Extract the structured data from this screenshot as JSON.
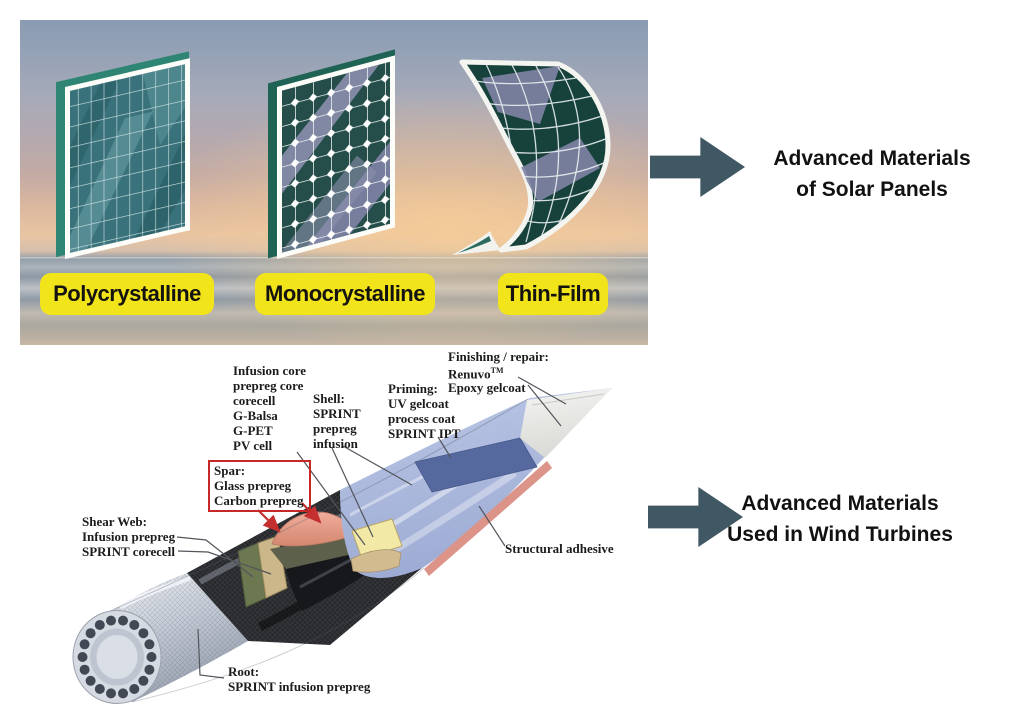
{
  "solar": {
    "panel_badges": [
      {
        "label": "Polycrystalline"
      },
      {
        "label": "Monocrystalline"
      },
      {
        "label": "Thin-Film"
      }
    ],
    "heading_line1": "Advanced Materials",
    "heading_line2": "of Solar Panels"
  },
  "turbine": {
    "heading_line1": "Advanced Materials",
    "heading_line2": "Used in Wind Turbines",
    "labels": {
      "infusion_core": {
        "lines": [
          "Infusion core",
          "prepreg core",
          "corecell",
          "G-Balsa",
          "G-PET",
          "PV cell"
        ]
      },
      "shell": {
        "lines": [
          "Shell:",
          "SPRINT",
          "prepreg",
          "infusion"
        ]
      },
      "priming": {
        "lines": [
          "Priming:",
          "UV gelcoat",
          "process coat",
          "SPRINT IPT"
        ]
      },
      "finishing": {
        "line1": "Finishing / repair:",
        "brand": "Renuvo",
        "brand_sup": "TM",
        "line3": "Epoxy gelcoat"
      },
      "spar": {
        "lines": [
          "Spar:",
          "Glass prepreg",
          "Carbon prepreg"
        ]
      },
      "shear_web": {
        "lines": [
          "Shear Web:",
          "Infusion prepreg",
          "SPRINT corecell"
        ]
      },
      "structural_adhesive": "Structural adhesive",
      "root": {
        "lines": [
          "Root:",
          "SPRINT infusion prepreg"
        ]
      }
    }
  },
  "colors": {
    "accent_arrow": "#3f5864",
    "badge_yellow": "#f2e41a",
    "spar_box_red": "#c62828",
    "heading_text": "#111111"
  }
}
